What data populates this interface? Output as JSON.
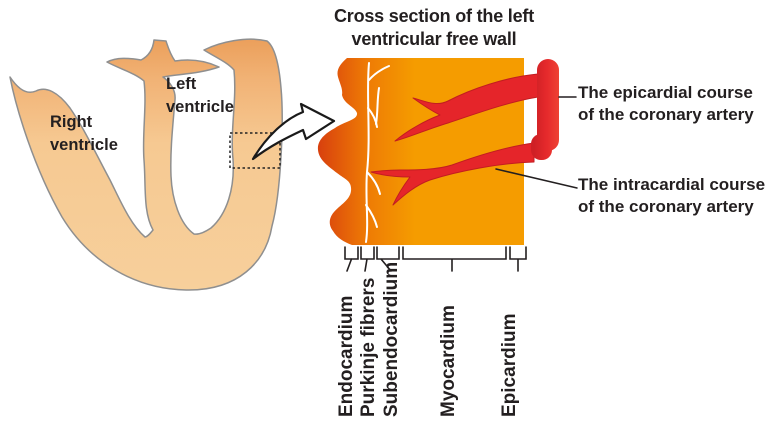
{
  "figure": {
    "title_line1": "Cross section of the left",
    "title_line2": "ventricular free wall"
  },
  "heart_labels": {
    "right_ventricle_line1": "Right",
    "right_ventricle_line2": "ventricle",
    "left_ventricle_line1": "Left",
    "left_ventricle_line2": "ventricle"
  },
  "annotations": {
    "epicardial_line1": "The epicardial course",
    "epicardial_line2": "of the coronary artery",
    "intracardial_line1": "The intracardial course",
    "intracardial_line2": "of the coronary artery"
  },
  "wall_layers": [
    "Endocardium",
    "Purkinje fibrers",
    "Subendocardium",
    "Myocardium",
    "Epicardium"
  ],
  "icons": {
    "zoom_arrow_icon": "curved-arrow-pointing-right"
  },
  "colors": {
    "wall_orange": "#f59c00",
    "wall_deep_orange": "#d8400e",
    "artery_red": "#e5252a",
    "artery_dark_red": "#c21d20",
    "heart_fill": "#f6c992",
    "heart_tip_shade": "#ea9b55",
    "outline_gray": "#8f8f8f",
    "purkinje_white": "#ffffff",
    "text_dark": "#231f20"
  }
}
